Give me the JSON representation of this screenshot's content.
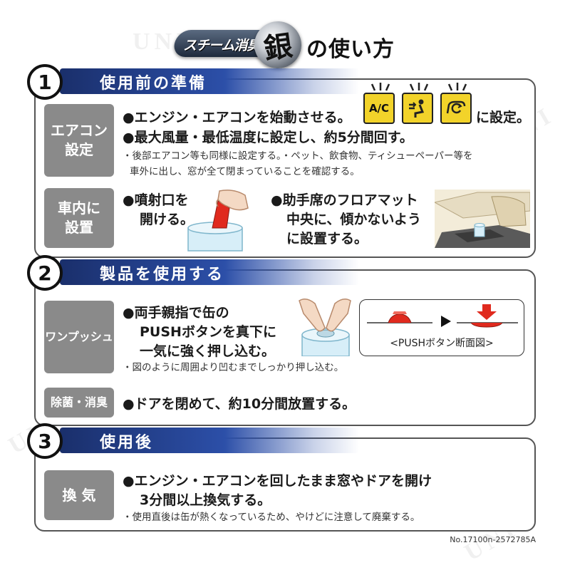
{
  "header": {
    "logo_text": "スチーム消臭",
    "logo_kanji": "銀",
    "title": "の使い方"
  },
  "watermark_text": "UNI",
  "section1": {
    "number": "1",
    "title": "使用前の準備",
    "ac_label": "エアコン\n設定",
    "ac_line1": "●エンジン・エアコンを始動させる。",
    "ac_icon_text": "A/C",
    "ac_line1_suffix": "に設定。",
    "ac_line2": "●最大風量・最低温度に設定し、約5分間回す。",
    "ac_note1": "・後部エアコン等も同様に設定する。・ペット、飲食物、ティシューペーパー等を",
    "ac_note2": "車外に出し、窓が全て閉まっていることを確認する。",
    "car_label": "車内に\n設置",
    "car_line1a": "●噴射口を",
    "car_line1b": "開ける。",
    "car_line2a": "●助手席のフロアマット",
    "car_line2b": "中央に、傾かないよう",
    "car_line2c": "に設置する。"
  },
  "section2": {
    "number": "2",
    "title": "製品を使用する",
    "push_label": "ワンプッシュ",
    "push_line1": "●両手親指で缶の",
    "push_line2": "PUSHボタンを真下に",
    "push_line3": "一気に強く押し込む。",
    "push_caption": "<PUSHボタン断面図>",
    "push_note": "・図のように周囲より凹むまでしっかり押し込む。",
    "deo_label": "除菌・消臭",
    "deo_line": "●ドアを閉めて、約10分間放置する。"
  },
  "section3": {
    "number": "3",
    "title": "使用後",
    "vent_label": "換 気",
    "vent_line1": "●エンジン・エアコンを回したまま窓やドアを開け",
    "vent_line2": "3分間以上換気する。",
    "vent_note": "・使用直後は缶が熱くなっているため、やけどに注意して廃棄する。"
  },
  "footer": {
    "code": "No.17100n-2572785A"
  },
  "colors": {
    "tab_dark": "#1a2f6b",
    "tab_light": "#2c4fa8",
    "label_gray": "#8a8a8a",
    "icon_yellow": "#f2d32a",
    "push_red": "#e02a1e"
  }
}
